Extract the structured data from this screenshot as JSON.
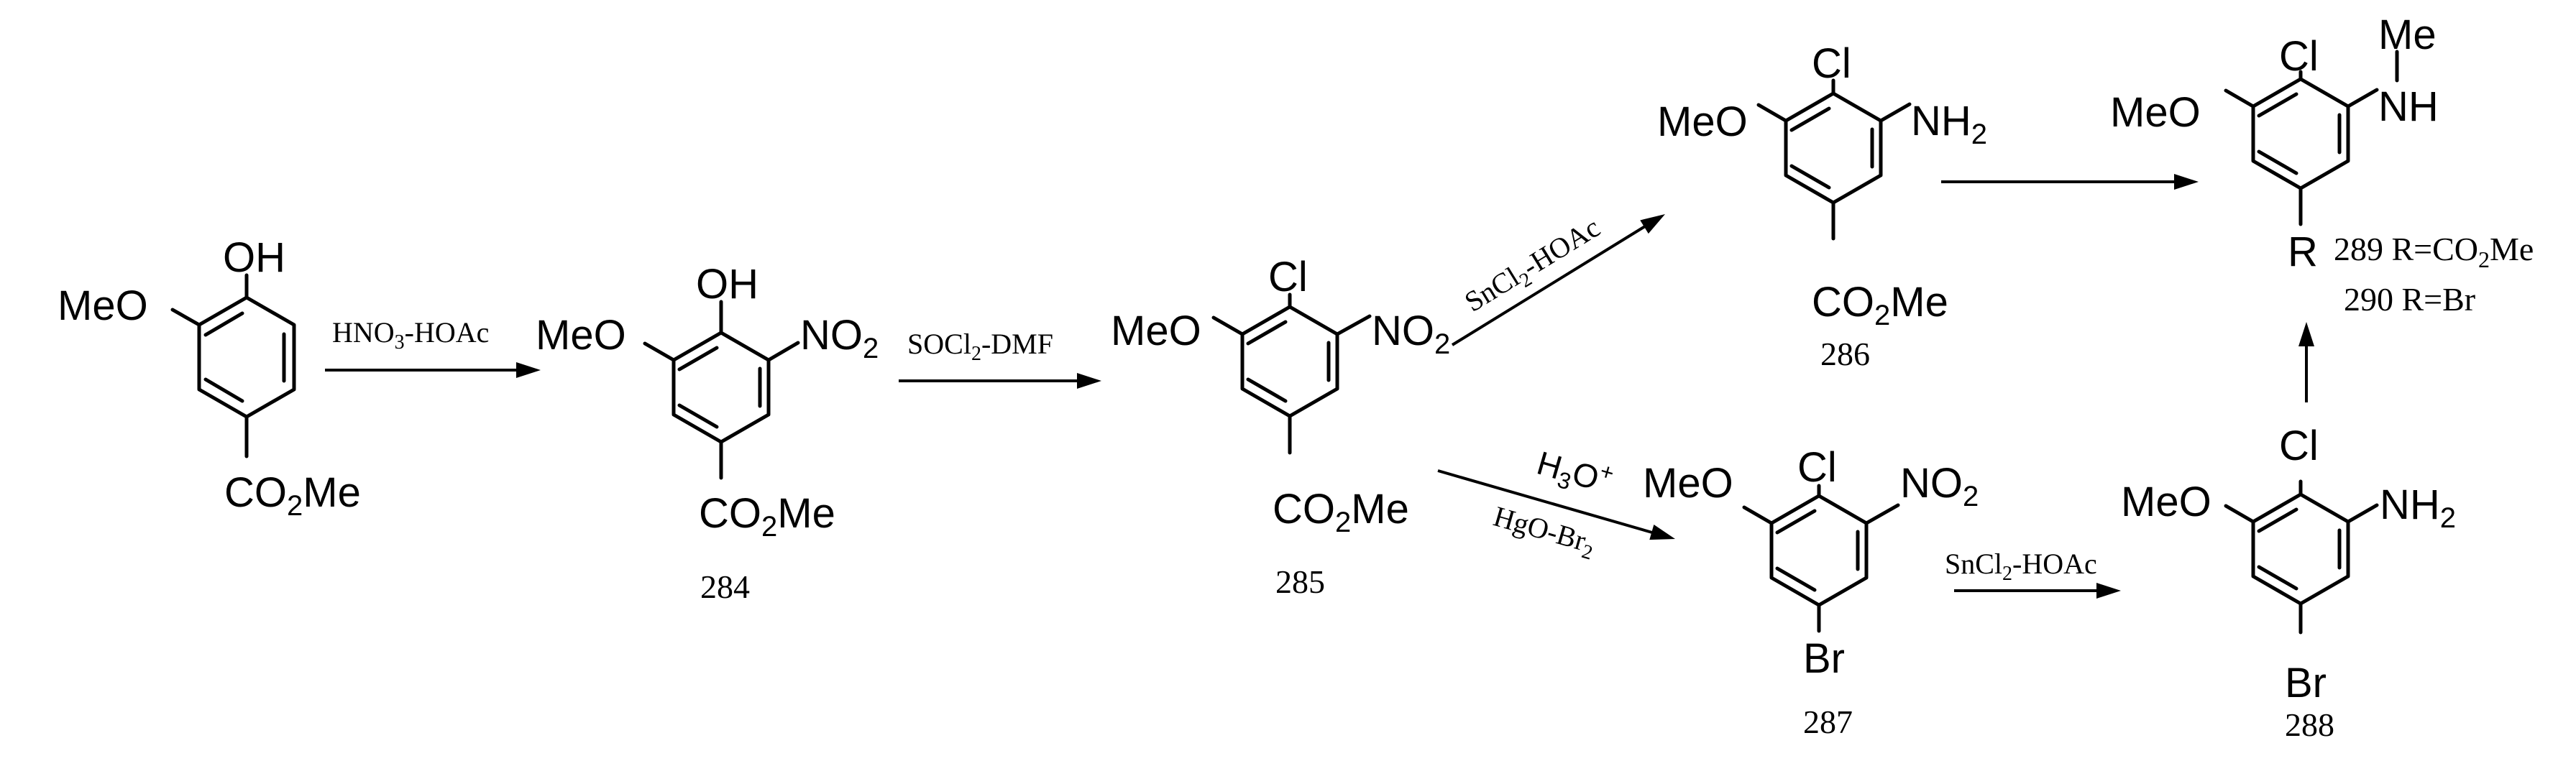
{
  "compounds": {
    "start": {
      "oh": "OH",
      "meo": "MeO",
      "ester_co": "CO",
      "ester_sub": "2",
      "ester_me": "Me"
    },
    "c284": {
      "number": "284",
      "oh": "OH",
      "meo": "MeO",
      "no": "NO",
      "no_sub": "2",
      "ester_co": "CO",
      "ester_sub": "2",
      "ester_me": "Me"
    },
    "c285": {
      "number": "285",
      "cl": "Cl",
      "meo": "MeO",
      "no": "NO",
      "no_sub": "2",
      "ester_co": "CO",
      "ester_sub": "2",
      "ester_me": "Me"
    },
    "c286": {
      "number": "286",
      "cl": "Cl",
      "meo": "MeO",
      "nh": "NH",
      "nh_sub": "2",
      "ester_co": "CO",
      "ester_sub": "2",
      "ester_me": "Me"
    },
    "c287": {
      "number": "287",
      "cl": "Cl",
      "meo": "MeO",
      "no": "NO",
      "no_sub": "2",
      "br": "Br"
    },
    "c288": {
      "number": "288",
      "cl": "Cl",
      "meo": "MeO",
      "nh": "NH",
      "nh_sub": "2",
      "br": "Br"
    },
    "c289_290": {
      "cl": "Cl",
      "meo": "MeO",
      "me": "Me",
      "nh": "NH",
      "r": "R",
      "label_289_pre": "289 R=CO",
      "label_289_sub": "2",
      "label_289_post": "Me",
      "label_290": "290 R=Br"
    }
  },
  "reagents": {
    "step1": {
      "pre": "HNO",
      "sub": "3",
      "post": "-HOAc"
    },
    "step2": {
      "pre": "SOCl",
      "sub": "2",
      "post": "-DMF"
    },
    "step3": {
      "pre": "SnCl",
      "sub": "2",
      "post": "-HOAc"
    },
    "step4_top": {
      "pre": "H",
      "sub": "3",
      "post": "O",
      "sup": "+"
    },
    "step4_bottom": {
      "pre": "HgO-Br",
      "sub": "2"
    },
    "step5": {
      "pre": "SnCl",
      "sub": "2",
      "post": "-HOAc"
    }
  }
}
